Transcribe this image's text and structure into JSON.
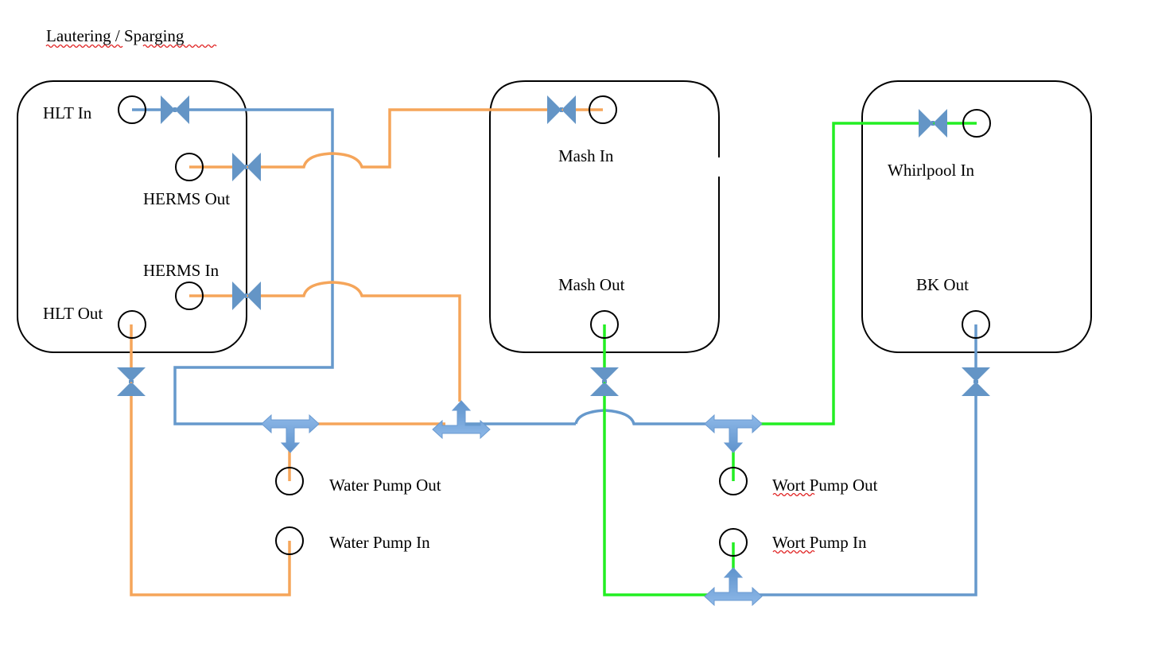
{
  "title": "Lautering / Sparging",
  "colors": {
    "water_blue": "#6699cc",
    "hot_orange": "#f5a55a",
    "wort_green": "#22ee22",
    "fitting_blue": "#6495c6"
  },
  "tanks": {
    "hlt": {
      "in": "HLT In",
      "herms_out": "HERMS Out",
      "herms_in": "HERMS In",
      "out": "HLT Out"
    },
    "mash": {
      "in": "Mash In",
      "out": "Mash Out"
    },
    "bk": {
      "in": "Whirlpool In",
      "out": "BK Out"
    }
  },
  "pumps": {
    "water_out": "Water Pump Out",
    "water_in": "Water Pump In",
    "wort_out": "Wort Pump Out",
    "wort_in": "Wort Pump In"
  },
  "icons": {
    "valve": "bowtie-valve-icon",
    "tee": "tee-junction-icon",
    "port": "port-circle-icon"
  }
}
